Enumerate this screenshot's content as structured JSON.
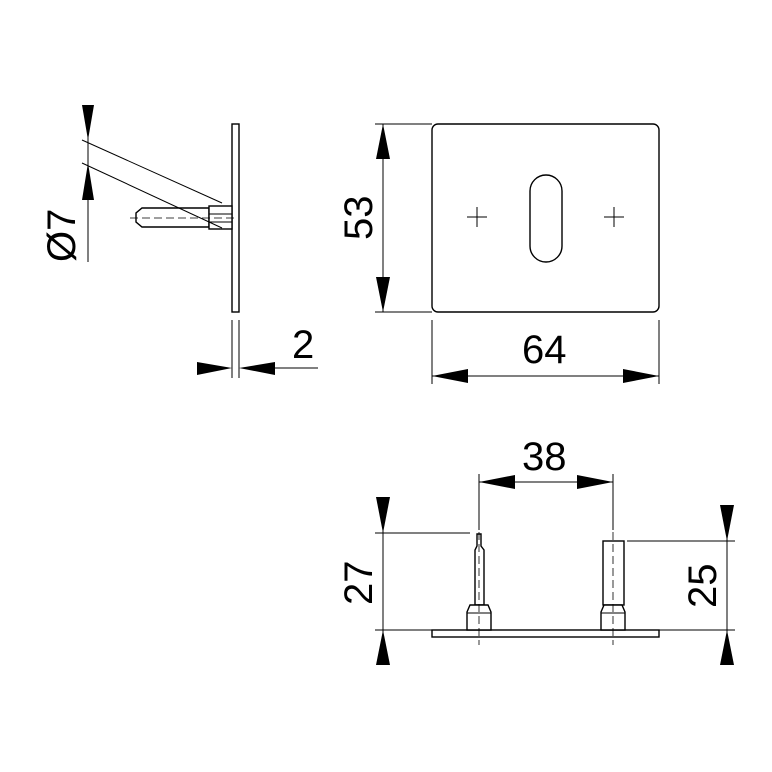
{
  "drawing": {
    "side_view": {
      "diameter_label": "Ø7",
      "thickness_label": "2"
    },
    "front_view": {
      "height_label": "53",
      "width_label": "64"
    },
    "bottom_view": {
      "spacing_label": "38",
      "left_pin_height_label": "27",
      "right_pin_height_label": "25"
    }
  }
}
